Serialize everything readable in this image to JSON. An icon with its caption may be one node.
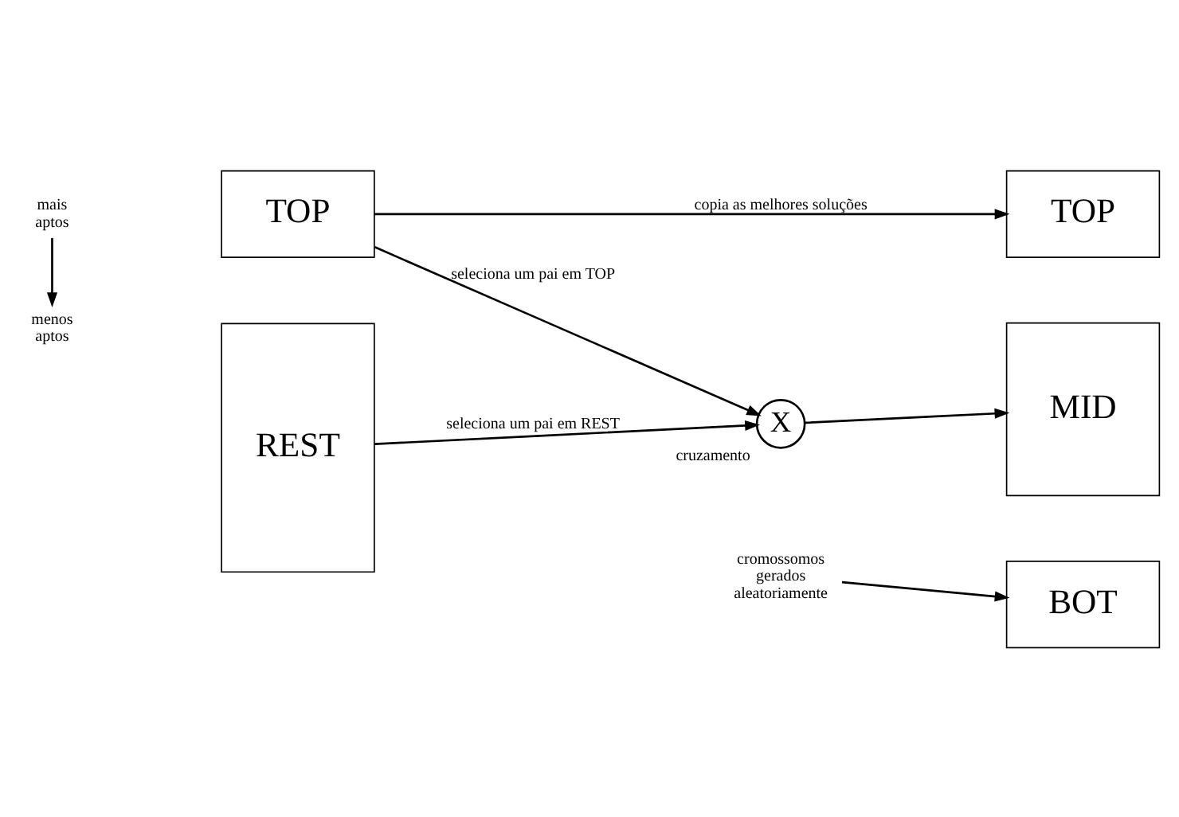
{
  "diagram": {
    "nodes": [
      {
        "text": [
          "TOP"
        ]
      },
      {
        "text": [
          "REST"
        ]
      },
      {
        "text": [
          "X"
        ],
        "beside": [
          "cruzamento"
        ]
      },
      {
        "text": [
          "TOP"
        ]
      },
      {
        "text": [
          "MID"
        ]
      },
      {
        "text": [
          "BOT"
        ]
      },
      {
        "text": [
          "cromossomos gerados aleatoriamente"
        ]
      },
      {
        "text": [
          "mais aptos"
        ]
      },
      {
        "text": [
          "menos aptos"
        ]
      }
    ],
    "edges": [
      {
        "from": 0,
        "to": 3,
        "arrow": "to",
        "label": "copia as melhores soluções"
      },
      {
        "from": 0,
        "to": 2,
        "arrow": "to",
        "label": "seleciona um pai em TOP"
      },
      {
        "from": 1,
        "to": 2,
        "arrow": "to",
        "label": "seleciona um pai em REST"
      },
      {
        "from": 2,
        "to": 4,
        "arrow": "to"
      },
      {
        "from": 6,
        "to": 5,
        "arrow": "to"
      },
      {
        "from": 7,
        "to": 8,
        "arrow": "to"
      }
    ]
  }
}
